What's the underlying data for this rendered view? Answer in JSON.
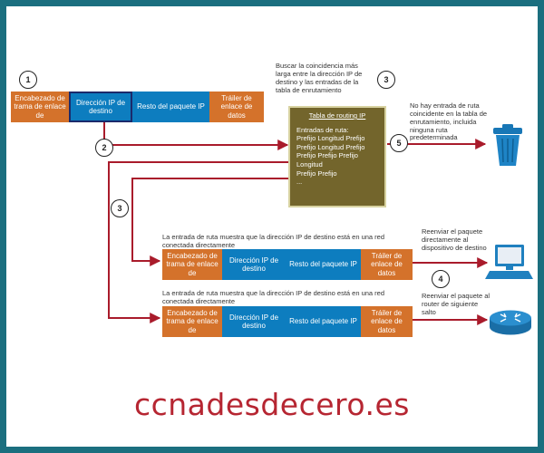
{
  "frame_colors": {
    "border": "#1b6f7f",
    "arrow": "#a91b2b",
    "orange": "#d4722b",
    "blue": "#0d7dbf",
    "table": "#73652c"
  },
  "top_frame": {
    "seg1": "Encabezado de trama de enlace de",
    "seg2": "Dirección IP de destino",
    "seg3": "Resto del paquete IP",
    "seg4": "Tráiler de enlace de datos"
  },
  "step_labels": [
    "1",
    "2",
    "3",
    "4",
    "5"
  ],
  "search_text": "Buscar la coincidencia más larga entre la dirección IP de destino y las entradas de la tabla de enrutamiento",
  "routing_table": {
    "title": "Tabla de routing IP",
    "entries_label": "Entradas de ruta:",
    "lines": [
      "Prefijo Longitud Prefijo",
      "Prefijo Longitud Prefijo",
      "Prefijo Prefijo Prefijo",
      "Longitud",
      "Prefijo Prefijo",
      "..."
    ]
  },
  "drop_text": "No hay entrada de ruta coincidente en la tabla de enrutamiento, incluida ninguna ruta predeterminada",
  "direct_caption": "La entrada de ruta muestra que la dirección IP de destino está en una red conectada directamente",
  "mid_frame": {
    "seg1": "Encabezado de trama de enlace de",
    "seg2": "Dirección IP de destino",
    "seg3": "Resto del paquete IP",
    "seg4": "Tráiler de enlace de datos"
  },
  "forward_device_text": "Reenviar el paquete directamente al dispositivo de destino",
  "remote_caption": "La entrada de ruta muestra que la dirección IP de destino está en una red conectada directamente",
  "bottom_frame": {
    "seg1": "Encabezado de trama de enlace de",
    "seg2": "Dirección IP de destino",
    "seg3": "Resto del paquete IP",
    "seg4": "Tráiler de enlace de datos"
  },
  "forward_router_text": "Reenviar el paquete al router de siguiente salto",
  "icons": {
    "trash": "trash-can-icon",
    "pc": "computer-icon",
    "router": "router-icon"
  },
  "watermark": "ccnadesdecero.es"
}
